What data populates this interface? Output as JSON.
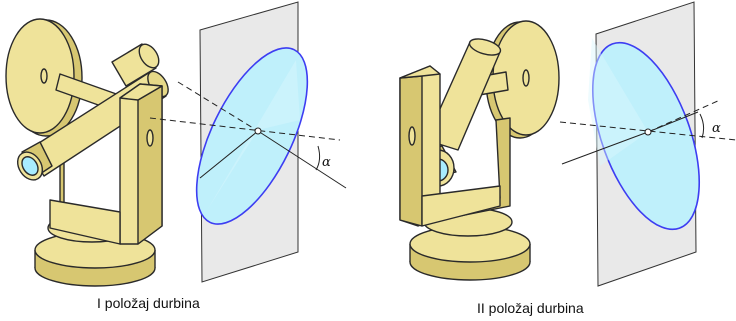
{
  "figure": {
    "left_caption": "I položaj durbina",
    "right_caption": "II položaj durbina",
    "angle_label": "α",
    "colors": {
      "body": "#efe39a",
      "body_shade": "#d7c771",
      "outline": "#2a2a2a",
      "plane_fill": "#e9e9e9",
      "disk_fill": "#bff0fb",
      "disk_stroke": "#3d3df2"
    }
  }
}
